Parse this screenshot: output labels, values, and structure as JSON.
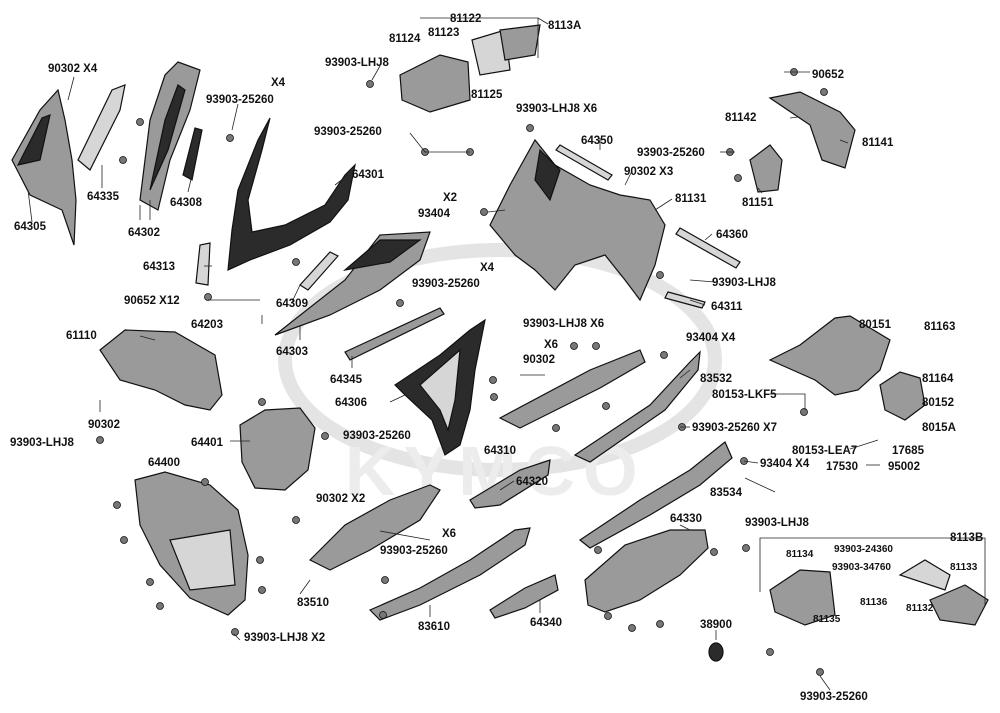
{
  "watermark": "KYMCO",
  "labels": [
    {
      "id": "l-90302-x4",
      "text": "90302   X4"
    },
    {
      "id": "l-64335",
      "text": "64335"
    },
    {
      "id": "l-64305",
      "text": "64305"
    },
    {
      "id": "l-64302",
      "text": "64302"
    },
    {
      "id": "l-64308",
      "text": "64308"
    },
    {
      "id": "l-x4-a",
      "text": "X4"
    },
    {
      "id": "l-93903-25260-a",
      "text": "93903-25260"
    },
    {
      "id": "l-93903-lhj8-a",
      "text": "93903-LHJ8"
    },
    {
      "id": "l-81124",
      "text": "81124"
    },
    {
      "id": "l-81122",
      "text": "81122"
    },
    {
      "id": "l-81123",
      "text": "81123"
    },
    {
      "id": "l-8113a",
      "text": "8113A"
    },
    {
      "id": "l-81125",
      "text": "81125"
    },
    {
      "id": "l-90652-a",
      "text": "90652"
    },
    {
      "id": "l-81142",
      "text": "81142"
    },
    {
      "id": "l-81141",
      "text": "81141"
    },
    {
      "id": "l-93903-25260-b",
      "text": "93903-25260"
    },
    {
      "id": "l-93903-lhj8-x6",
      "text": "93903-LHJ8 X6"
    },
    {
      "id": "l-64350",
      "text": "64350"
    },
    {
      "id": "l-93903-25260-c",
      "text": "93903-25260"
    },
    {
      "id": "l-90302-x3",
      "text": "90302  X3"
    },
    {
      "id": "l-81151",
      "text": "81151"
    },
    {
      "id": "l-81131",
      "text": "81131"
    },
    {
      "id": "l-64301",
      "text": "64301"
    },
    {
      "id": "l-x2-a",
      "text": "X2"
    },
    {
      "id": "l-93404-a",
      "text": "93404"
    },
    {
      "id": "l-64360",
      "text": "64360"
    },
    {
      "id": "l-64313",
      "text": "64313"
    },
    {
      "id": "l-x4-b",
      "text": "X4"
    },
    {
      "id": "l-93903-25260-d",
      "text": "93903-25260"
    },
    {
      "id": "l-93903-lhj8-b",
      "text": "93903-LHJ8"
    },
    {
      "id": "l-90652-x12",
      "text": "90652  X12"
    },
    {
      "id": "l-64309",
      "text": "64309"
    },
    {
      "id": "l-64311",
      "text": "64311"
    },
    {
      "id": "l-64203",
      "text": "64203"
    },
    {
      "id": "l-64303",
      "text": "64303"
    },
    {
      "id": "l-93903-lhj8-x6-b",
      "text": "93903-LHJ8 X6"
    },
    {
      "id": "l-80151",
      "text": "80151"
    },
    {
      "id": "l-81163",
      "text": "81163"
    },
    {
      "id": "l-61110",
      "text": "61110"
    },
    {
      "id": "l-x6-a",
      "text": "X6"
    },
    {
      "id": "l-93404-x4-a",
      "text": "93404   X4"
    },
    {
      "id": "l-90302-b",
      "text": "90302"
    },
    {
      "id": "l-64345",
      "text": "64345"
    },
    {
      "id": "l-83532",
      "text": "83532"
    },
    {
      "id": "l-81164",
      "text": "81164"
    },
    {
      "id": "l-80153-lkf5",
      "text": "80153-LKF5"
    },
    {
      "id": "l-80152",
      "text": "80152"
    },
    {
      "id": "l-64306",
      "text": "64306"
    },
    {
      "id": "l-8015a",
      "text": "8015A"
    },
    {
      "id": "l-90302-c",
      "text": "90302"
    },
    {
      "id": "l-64401",
      "text": "64401"
    },
    {
      "id": "l-93903-25260-e",
      "text": "93903-25260"
    },
    {
      "id": "l-93903-25260-x7",
      "text": "93903-25260 X7"
    },
    {
      "id": "l-80153-lea7",
      "text": "80153-LEA7"
    },
    {
      "id": "l-17685",
      "text": "17685"
    },
    {
      "id": "l-93903-lhj8-c",
      "text": "93903-LHJ8"
    },
    {
      "id": "l-64310",
      "text": "64310"
    },
    {
      "id": "l-93404-x4-b",
      "text": "93404  X4"
    },
    {
      "id": "l-17530",
      "text": "17530"
    },
    {
      "id": "l-95002",
      "text": "95002"
    },
    {
      "id": "l-64400",
      "text": "64400"
    },
    {
      "id": "l-64320",
      "text": "64320"
    },
    {
      "id": "l-83534",
      "text": "83534"
    },
    {
      "id": "l-90302-x2",
      "text": "90302  X2"
    },
    {
      "id": "l-64330",
      "text": "64330"
    },
    {
      "id": "l-93903-lhj8-d",
      "text": "93903-LHJ8"
    },
    {
      "id": "l-8113b",
      "text": "8113B"
    },
    {
      "id": "l-x6-b",
      "text": "X6"
    },
    {
      "id": "l-93903-25260-f",
      "text": "93903-25260"
    },
    {
      "id": "l-81134",
      "text": "81134"
    },
    {
      "id": "l-93903-24360",
      "text": "93903-24360"
    },
    {
      "id": "l-93903-34760",
      "text": "93903-34760"
    },
    {
      "id": "l-81133",
      "text": "81133"
    },
    {
      "id": "l-81136",
      "text": "81136"
    },
    {
      "id": "l-81132",
      "text": "81132"
    },
    {
      "id": "l-81135",
      "text": "81135"
    },
    {
      "id": "l-83510",
      "text": "83510"
    },
    {
      "id": "l-83610",
      "text": "83610"
    },
    {
      "id": "l-64340",
      "text": "64340"
    },
    {
      "id": "l-38900",
      "text": "38900"
    },
    {
      "id": "l-93903-lhj8-x2",
      "text": "93903-LHJ8 X2"
    },
    {
      "id": "l-93903-25260-g",
      "text": "93903-25260"
    }
  ]
}
